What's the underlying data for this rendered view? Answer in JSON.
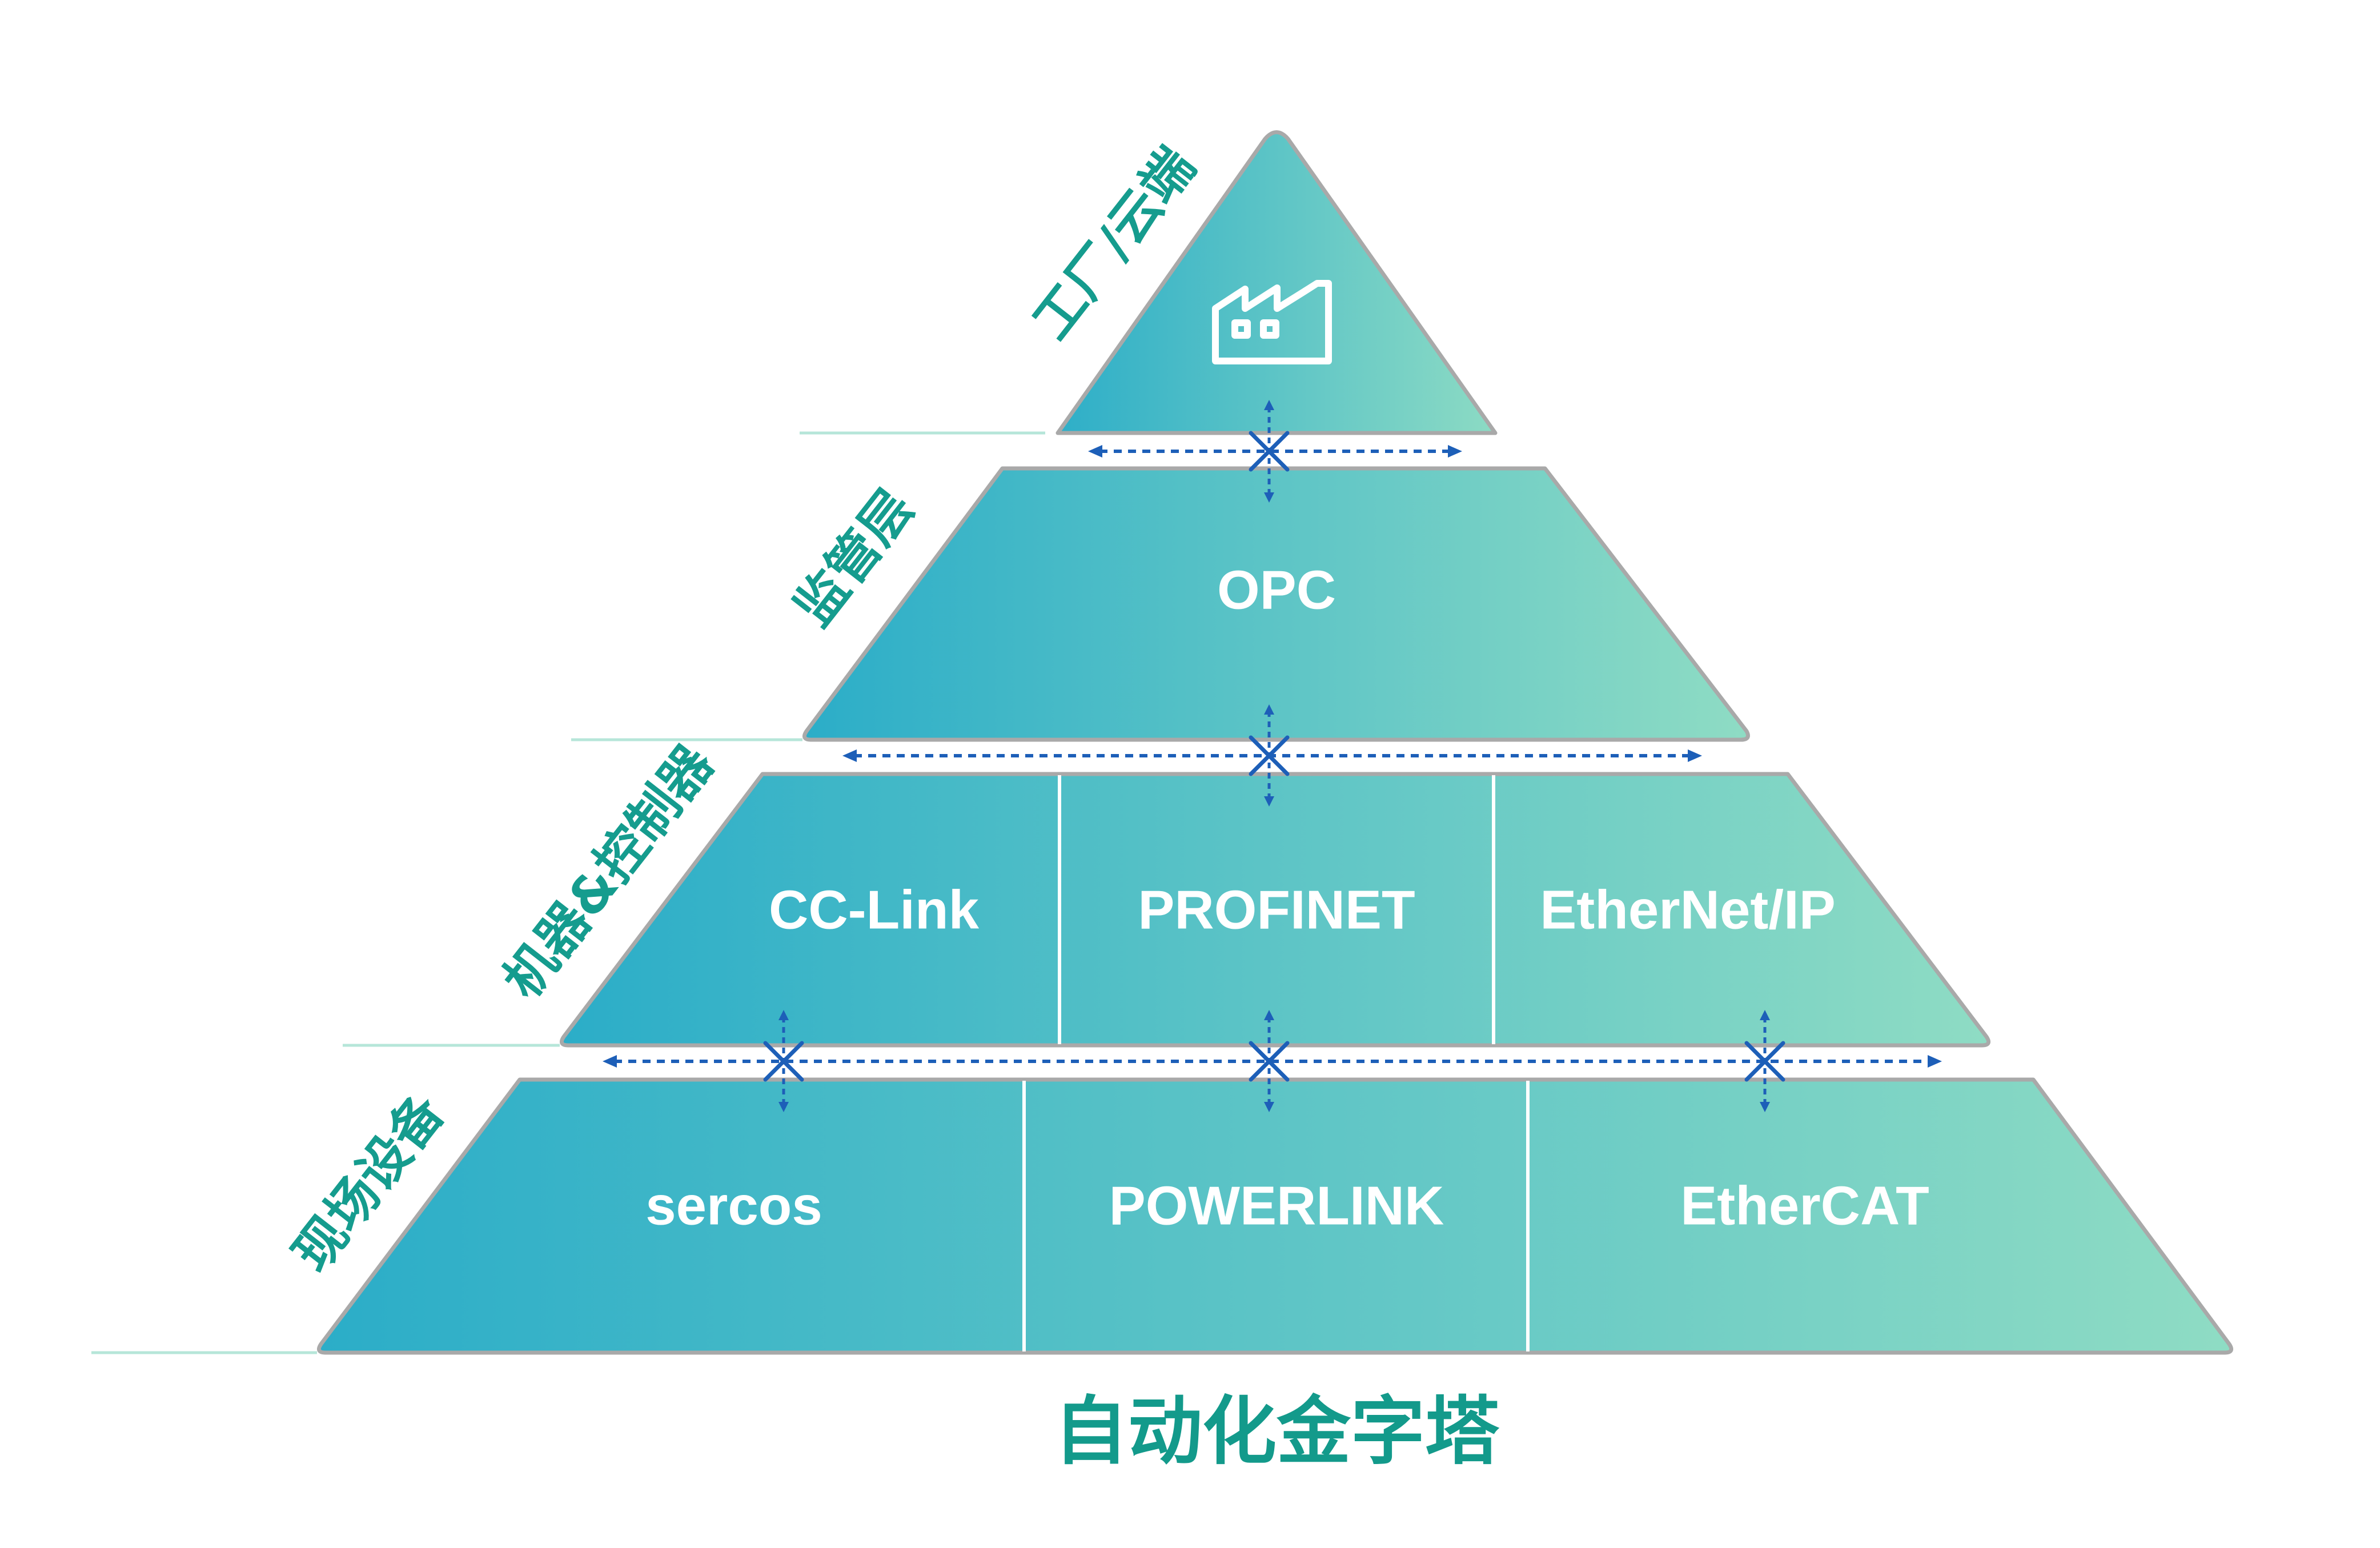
{
  "title": "自动化金字塔",
  "levels": [
    {
      "side_label": "工厂/云端",
      "segments": [],
      "icon": "factory-icon"
    },
    {
      "side_label": "监管层",
      "segments": [
        "OPC"
      ]
    },
    {
      "side_label": "机器&控制器",
      "segments": [
        "CC-Link",
        "PROFINET",
        "EtherNet/IP"
      ]
    },
    {
      "side_label": "现场设备",
      "segments": [
        "sercos",
        "POWERLINK",
        "EtherCAT"
      ]
    }
  ],
  "colors": {
    "gradient_start": "#2badc8",
    "gradient_end": "#8fdcc4",
    "tier_border": "#a9a9a9",
    "label_text": "#159c8e",
    "title_text": "#139a8b",
    "connector": "#1d5fb8"
  }
}
